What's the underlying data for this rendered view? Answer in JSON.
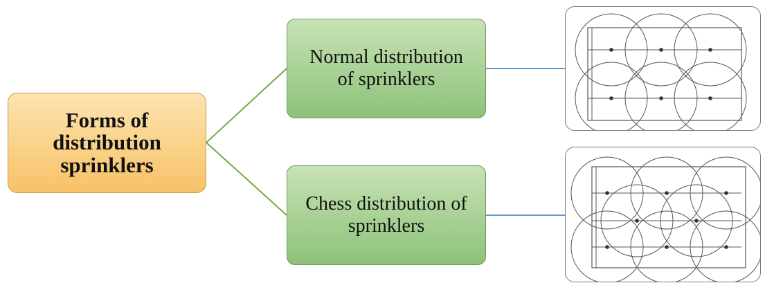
{
  "diagram": {
    "root": {
      "label": "Forms of\ndistribution\nsprinklers"
    },
    "branches": [
      {
        "id": "normal",
        "label": "Normal distribution\nof sprinklers",
        "layout": "grid"
      },
      {
        "id": "chess",
        "label": "Chess  distribution of\nsprinklers",
        "layout": "staggered"
      }
    ],
    "colors": {
      "root_fill": "#f7c267",
      "branch_fill": "#8dc27a",
      "root_connector": "#70ad47",
      "panel_connector": "#5b9bd5",
      "schematic": "#555555"
    }
  }
}
